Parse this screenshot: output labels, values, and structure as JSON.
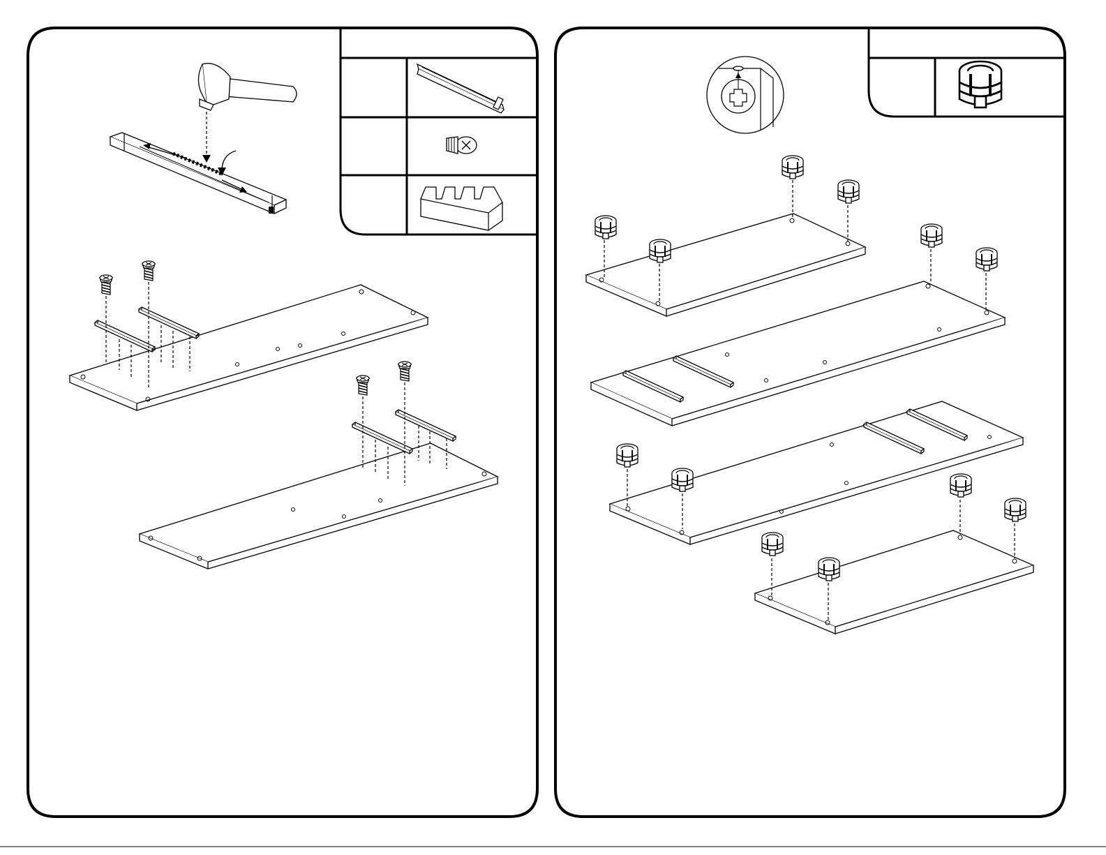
{
  "page": {
    "panels": [
      {
        "step": "",
        "parts_table": [
          {
            "qty": "",
            "part": "rail"
          },
          {
            "qty": "",
            "part": "screw"
          },
          {
            "qty": "",
            "part": "spacer"
          }
        ]
      },
      {
        "step": "",
        "parts_table": [
          {
            "qty": "",
            "part": "cam-lock"
          }
        ]
      }
    ]
  }
}
